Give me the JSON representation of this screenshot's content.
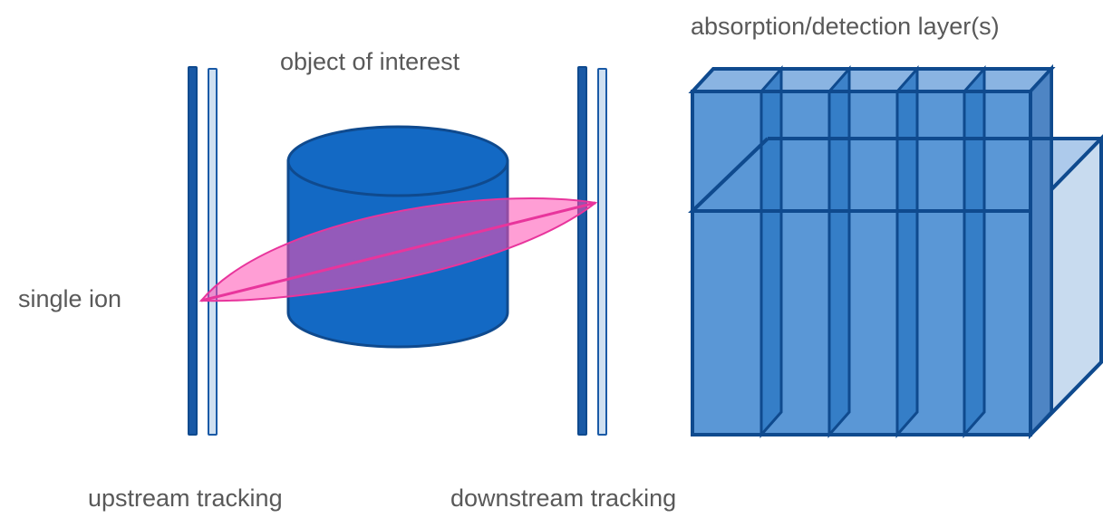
{
  "labels": {
    "absorption": "absorption/detection layer(s)",
    "object": "object of interest",
    "single_ion": "single ion",
    "upstream": "upstream tracking",
    "downstream": "downstream tracking"
  },
  "colors": {
    "dark_blue": "#1a5aa6",
    "outline_blue": "#0f4a8e",
    "cylinder_blue": "#1369c4",
    "light_plate": "#cfe0f1",
    "block_face": "#5a97d6",
    "block_top": "#8ab4e2",
    "block_side": "#c8dbef",
    "layer_fill": "#2f79c4",
    "ion_fill": "#ff4fb3",
    "ion_line": "#e8359c"
  },
  "detector": {
    "layer_count": 5
  }
}
